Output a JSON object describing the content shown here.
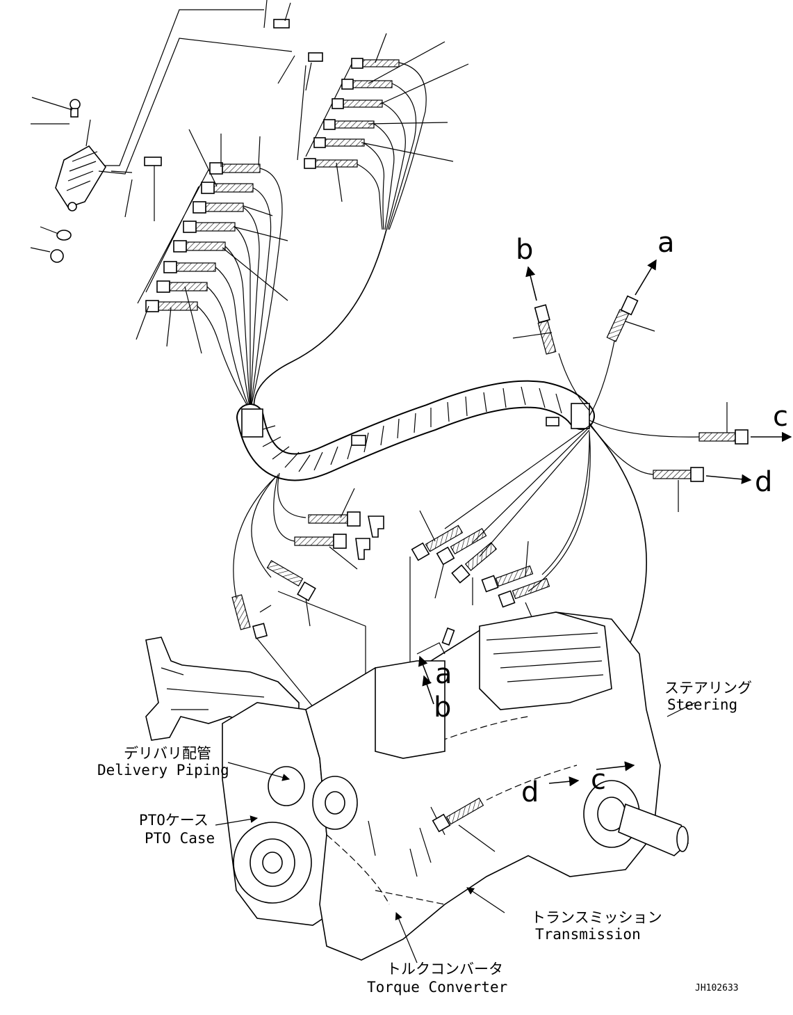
{
  "labels": {
    "steering_jp": "ステアリング",
    "steering_en": "Steering",
    "delivery_jp": "デリバリ配管",
    "delivery_en": "Delivery Piping",
    "pto_jp": "PTOケース",
    "pto_en": "PTO Case",
    "transmission_jp": "トランスミッション",
    "transmission_en": "Transmission",
    "torque_jp": "トルクコンバータ",
    "torque_en": "Torque Converter"
  },
  "refs": {
    "a": "a",
    "b": "b",
    "c": "c",
    "d": "d"
  },
  "drawing_code": "JH102633"
}
